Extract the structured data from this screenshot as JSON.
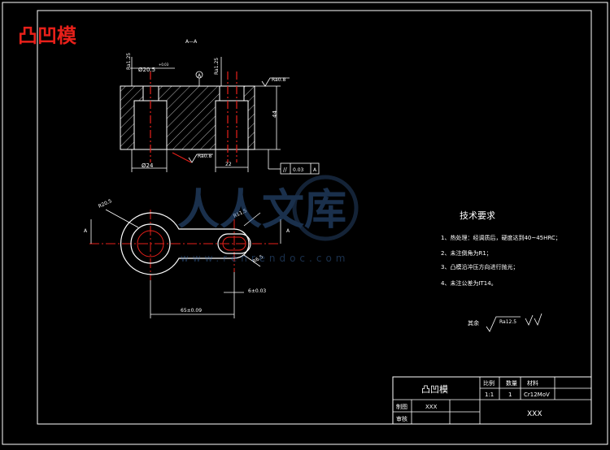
{
  "drawing": {
    "title": "凸凹模",
    "section_label": "A—A",
    "watermark": {
      "main": "人人文库",
      "url": "www.renrendoc.com"
    }
  },
  "dimensions": {
    "dia_top": "Ø20.5",
    "dia_top_tol": "+0.03",
    "ra_top_left": "Ra1.25",
    "ra_top_right": "Ra1.25",
    "datum_circle": "A",
    "ra_right": "Ra0.8",
    "height": "44",
    "dia_bottom": "Ø24",
    "ra_bottom": "Ra0.8",
    "width_bottom": "22",
    "gdt": {
      "symbol": "//",
      "value": "0.03",
      "datum": "A"
    },
    "plan_radius": "R20.5",
    "plan_width": "R11.5",
    "plan_r_small": "R6.5",
    "plan_x": "65±0.09",
    "plan_y": "6±0.03",
    "section_mark": "A"
  },
  "tech": {
    "heading": "技术要求",
    "items": [
      "1、热处理：经调质后，硬度达到40~45HRC；",
      "2、未注倒角为R1；",
      "3、凸模沿冲压方向进行抛光；",
      "4、未注公差为IT14。"
    ],
    "surface_label": "其余",
    "surface_value": "Ra12.5"
  },
  "title_block": {
    "name": "凸凹模",
    "scale_h": "比例",
    "qty_h": "数量",
    "mat_h": "材料",
    "scale": "1:1",
    "qty": "1",
    "mat": "Cr12MoV",
    "draw_label": "制图",
    "draw_value": "XXX",
    "check_label": "审核",
    "company": "XXX"
  }
}
